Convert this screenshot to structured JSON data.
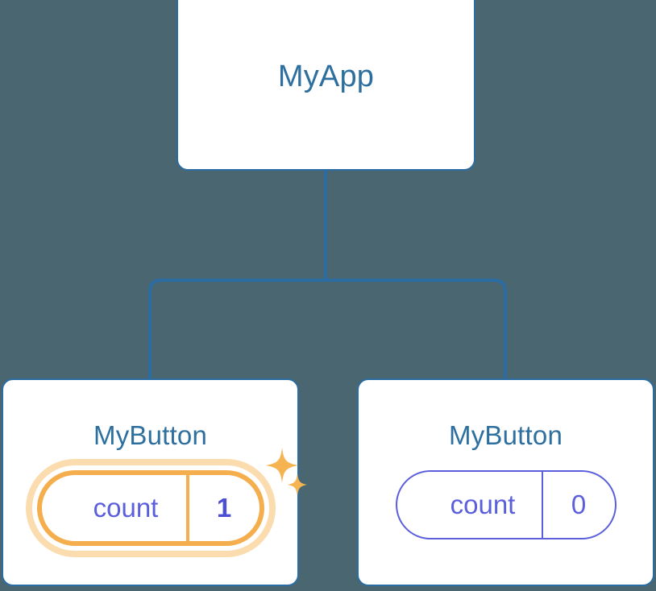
{
  "diagram": {
    "type": "component-tree",
    "background_color": "#4a6670",
    "edge_color": "#2b6ca3",
    "node_border_color": "#2b6ca3",
    "node_fill_color": "#ffffff",
    "title_color": "#2d6f9e",
    "state_color": "#5b5fdc",
    "highlight_color": "#f5ae4e",
    "highlight_glow_color": "#fbdcae"
  },
  "root": {
    "title": "MyApp"
  },
  "children": [
    {
      "title": "MyButton",
      "state": {
        "key": "count",
        "value": "1"
      },
      "highlighted": true,
      "sparkle_icons": [
        "sparkle-large-icon",
        "sparkle-small-icon"
      ]
    },
    {
      "title": "MyButton",
      "state": {
        "key": "count",
        "value": "0"
      },
      "highlighted": false
    }
  ]
}
